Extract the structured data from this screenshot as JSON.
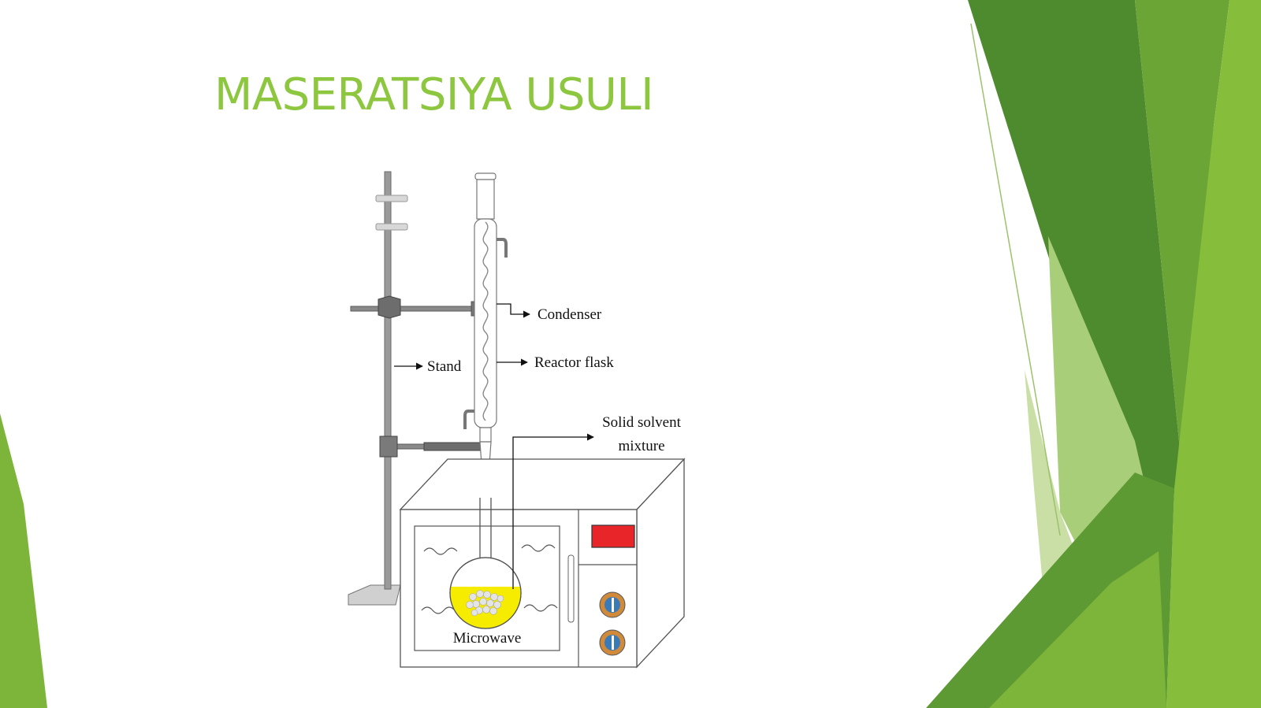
{
  "slide": {
    "title": "MASERATSIYA USULI",
    "title_color": "#8DC63F"
  },
  "theme": {
    "green_dark": "#4A7C2B",
    "green_mid": "#6BA535",
    "green_bright": "#8DC63F",
    "green_light": "#A9CE7A"
  },
  "diagram": {
    "labels": {
      "condenser": "Condenser",
      "reactor_flask": "Reactor flask",
      "stand": "Stand",
      "solid_solvent_line1": "Solid solvent",
      "solid_solvent_line2": "mixture",
      "microwave": "Microwave"
    },
    "colors": {
      "display": "#E8262A",
      "liquid": "#F5EC00",
      "knob_ring": "#D08A3A",
      "knob_center": "#3A7AB8"
    }
  }
}
